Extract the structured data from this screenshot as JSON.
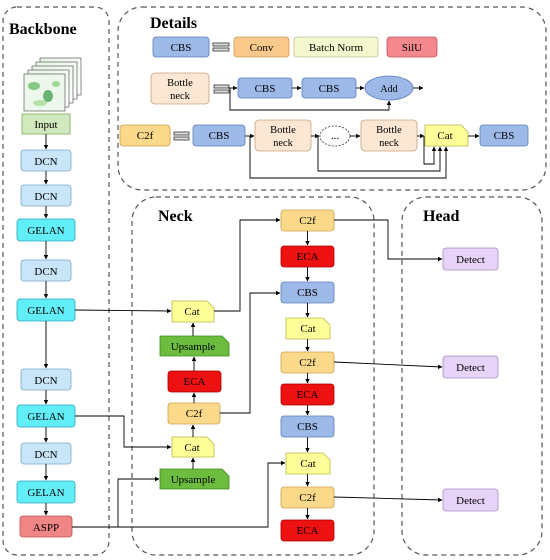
{
  "sections": {
    "backbone": "Backbone",
    "details": "Details",
    "neck": "Neck",
    "head": "Head"
  },
  "backbone": {
    "input": "Input",
    "dcn_1": "DCN",
    "dcn_2": "DCN",
    "gelan_1": "GELAN",
    "dcn_3": "DCN",
    "gelan_2": "GELAN",
    "dcn_4": "DCN",
    "gelan_3": "GELAN",
    "dcn_5": "DCN",
    "gelan_4": "GELAN",
    "aspp": "ASPP"
  },
  "details": {
    "cbs": "CBS",
    "conv": "Conv",
    "batch_norm": "Batch Norm",
    "silu": "SilU",
    "bottleneck_line1": "Bottle",
    "bottleneck_line2": "neck",
    "bn_cbs_1": "CBS",
    "bn_cbs_2": "CBS",
    "add": "Add",
    "c2f": "C2f",
    "c2f_cbs": "CBS",
    "bn_a_line1": "Bottle",
    "bn_a_line2": "neck",
    "ellipsis": "...",
    "bn_b_line1": "Bottle",
    "bn_b_line2": "neck",
    "cat": "Cat",
    "out_cbs": "CBS"
  },
  "neck_left": {
    "cat_1": "Cat",
    "upsample_1": "Upsample",
    "eca_1": "ECA",
    "c2f_1": "C2f",
    "cat_2": "Cat",
    "upsample_2": "Upsample"
  },
  "neck_right": {
    "c2f_1": "C2f",
    "eca_1": "ECA",
    "cbs_1": "CBS",
    "cat_1": "Cat",
    "c2f_2": "C2f",
    "eca_2": "ECA",
    "cbs_2": "CBS",
    "cat_2": "Cat",
    "c2f_3": "C2f",
    "eca_3": "ECA"
  },
  "head": {
    "detect_1": "Detect",
    "detect_2": "Detect",
    "detect_3": "Detect"
  },
  "colors": {
    "cbs": "#9db9e8",
    "conv": "#f8c98a",
    "batch_norm": "#f3f8cf",
    "silu": "#f4898d",
    "bottleneck": "#fbe7d4",
    "c2f": "#fbd98a",
    "cat": "#ffff99",
    "dcn": "#c9e5f9",
    "gelan": "#62eef8",
    "input": "#d2e9bf",
    "aspp": "#f08585",
    "eca": "#ee1111",
    "upsample": "#6cbd3e",
    "detect": "#e6d3f7"
  }
}
